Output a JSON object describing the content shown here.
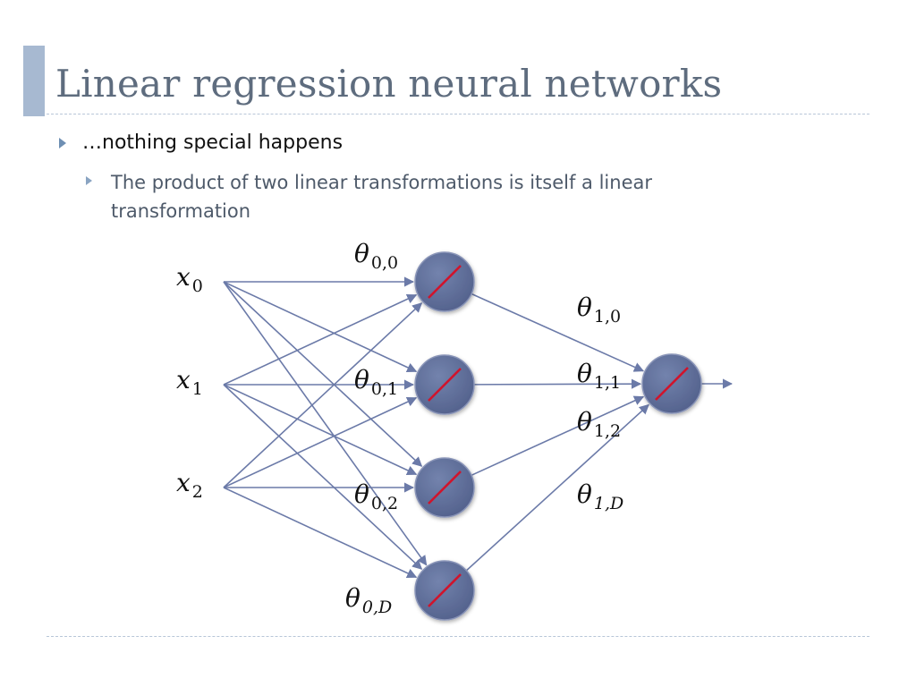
{
  "slide": {
    "title": "Linear regression neural networks",
    "bullets": [
      {
        "level": 1,
        "text": "…nothing special happens"
      },
      {
        "level": 2,
        "text": "The product of two linear transformations is itself a linear transformation"
      }
    ]
  },
  "diagram": {
    "inputs": [
      {
        "var": "x",
        "sub": "0"
      },
      {
        "var": "x",
        "sub": "1"
      },
      {
        "var": "x",
        "sub": "2"
      }
    ],
    "first_layer_weights": [
      {
        "var": "θ",
        "sub": "0,0"
      },
      {
        "var": "θ",
        "sub": "0,1"
      },
      {
        "var": "θ",
        "sub": "0,2"
      },
      {
        "var": "θ",
        "sub": "0,D"
      }
    ],
    "second_layer_weights": [
      {
        "var": "θ",
        "sub": "1,0"
      },
      {
        "var": "θ",
        "sub": "1,1"
      },
      {
        "var": "θ",
        "sub": "1,2"
      },
      {
        "var": "θ",
        "sub": "1,D"
      }
    ],
    "hidden_units": 4,
    "output_units": 1,
    "activation": "linear",
    "colors": {
      "node_fill": "#5f6f9c",
      "node_edge": "#8a95b8",
      "edge": "#6b7aa8",
      "activation_line": "#d0142c"
    }
  }
}
